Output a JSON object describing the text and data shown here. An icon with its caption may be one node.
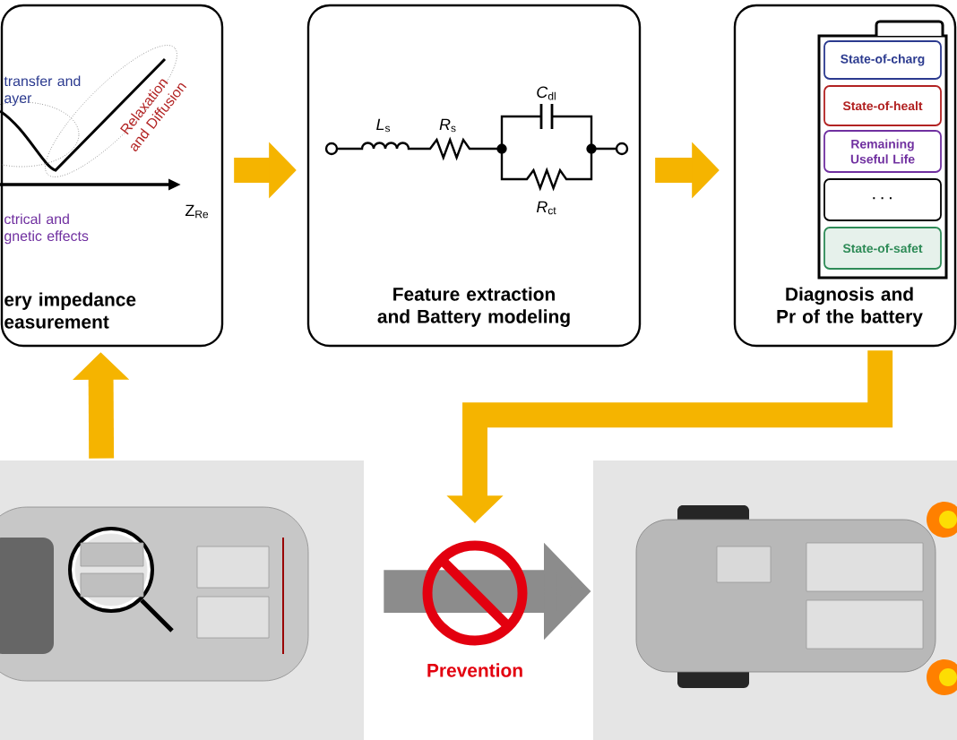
{
  "diagram": {
    "nodes": [
      {
        "text": [
          "ery impedance easurement"
        ]
      },
      {
        "text": [
          "Feature extraction and Battery modeling"
        ]
      },
      {
        "text": [
          "Diagnosis and Pr of the battery"
        ]
      },
      {
        "text": [
          "State-of-charg"
        ],
        "in": 2
      },
      {
        "text": [
          "State-of-healt"
        ],
        "in": 2
      },
      {
        "text": [
          "Remaining Useful Life"
        ],
        "in": 2
      },
      {
        "text": [
          "· · ·"
        ],
        "in": 2
      },
      {
        "text": [
          "State-of-safet"
        ],
        "in": 2
      },
      {
        "text": [],
        "shape": "picture"
      },
      {
        "text": [],
        "shape": "picture"
      }
    ],
    "edges": [
      {
        "from": 0,
        "to": 1,
        "arrow": "to"
      },
      {
        "from": 1,
        "to": 2,
        "arrow": "to"
      },
      {
        "from": 8,
        "to": 0,
        "arrow": "to"
      },
      {
        "from": 2,
        "to": null,
        "arrow": "to"
      },
      {
        "from": 8,
        "to": 9,
        "arrow": "to",
        "color": "#8c8c8c"
      }
    ],
    "labels": [
      "transfer and ayer",
      "Relaxation and Diffusion",
      "Z$_{Re}$",
      "ctrical and gnetic effects",
      "*L*$_{s}$",
      "*R*$_{s}$",
      "*C*$_{dl}$",
      "*R*$_{ct}$",
      "Prevention"
    ]
  }
}
